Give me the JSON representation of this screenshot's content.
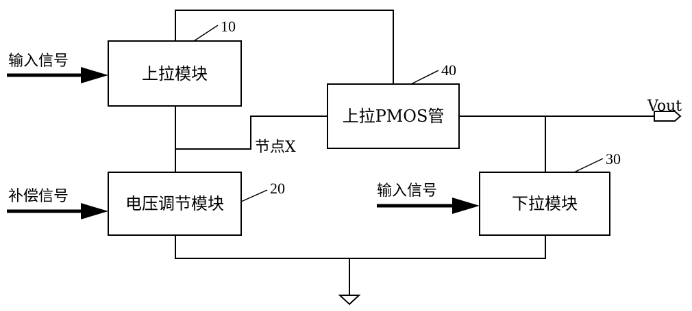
{
  "blocks": {
    "pullup": {
      "label": "上拉模块",
      "ref": "10"
    },
    "voltage_adjust": {
      "label": "电压调节模块",
      "ref": "20"
    },
    "pulldown": {
      "label": "下拉模块",
      "ref": "30"
    },
    "pmos": {
      "label": "上拉PMOS管",
      "ref": "40"
    }
  },
  "signals": {
    "input_top": "输入信号",
    "compensation": "补偿信号",
    "input_bottom": "输入信号",
    "node_x": "节点X",
    "vout": "Vout"
  }
}
